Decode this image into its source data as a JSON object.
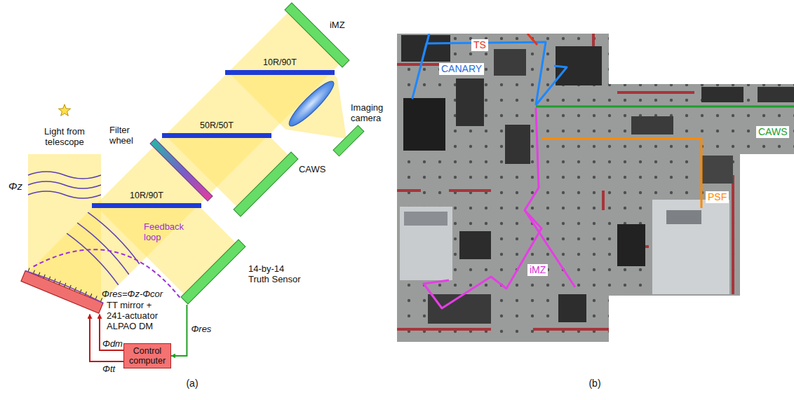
{
  "diagram": {
    "nodes": [
      {
        "text": [
          "iMZ"
        ]
      },
      {
        "text": [
          "10R/90T"
        ]
      },
      {
        "text": [
          "Imaging camera"
        ]
      },
      {
        "text": [
          "50R/50T"
        ]
      },
      {
        "text": [
          "CAWS"
        ]
      },
      {
        "text": [
          "Filter wheel"
        ]
      },
      {
        "text": [
          "10R/90T"
        ]
      },
      {
        "text": [
          "14-by-14 Truth Sensor"
        ]
      },
      {
        "text": [
          "TT mirror + 241-actuator ALPAO DM"
        ]
      },
      {
        "text": [
          "Control computer"
        ]
      }
    ],
    "edges": [
      {
        "from": 7,
        "to": 9,
        "arrow": "to",
        "label": "Φres"
      },
      {
        "from": 9,
        "to": 8,
        "arrow": "to",
        "label": "Φdm"
      },
      {
        "from": 9,
        "to": 8,
        "arrow": "to",
        "label": "Φtt"
      },
      {
        "from": 8,
        "to": 7,
        "arrow": "none",
        "label": "Feedback loop"
      }
    ],
    "labels": [
      "Light from telescope",
      "Φz",
      "Φres=Φz-Φcor",
      "(a)",
      "TS",
      "CANARY",
      "CAWS",
      "PSF",
      "iMZ",
      "(b)"
    ]
  }
}
